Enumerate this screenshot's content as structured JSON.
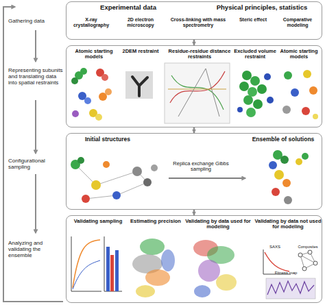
{
  "diagram": {
    "nodes": [
      {
        "text": [
          "Experimental data",
          "Physical principles, statistics",
          "X-ray crystallography",
          "2D electron microscopy",
          "Cross-linking with mass spectrometry",
          "Steric effect",
          "Comparative modeling"
        ]
      },
      {
        "text": [
          "Atomic starting models",
          "2DEM restraint",
          "Residue-residue distance restraints",
          "Excluded volume restraint",
          "Atomic starting models"
        ]
      },
      {
        "text": [
          "Initial structures",
          "Ensemble of solutions",
          "Replica exchange Gibbs sampling"
        ]
      },
      {
        "text": [
          "Validating sampling",
          "Estimating precision",
          "Validating by data used for modeling",
          "Validating by data not used for modeling",
          "SAXS",
          "Composites",
          "Fitness map"
        ]
      }
    ],
    "edges": [
      {
        "from": 0,
        "to": 1,
        "arrow": "to"
      },
      {
        "from": 1,
        "to": 2,
        "arrow": "to"
      },
      {
        "from": 2,
        "to": 3,
        "arrow": "to"
      }
    ],
    "labels": [
      "Gathering data",
      "Representing subunits and translating data into spatial restraints",
      "Configurational sampling",
      "Analyzing and validating the ensemble"
    ]
  }
}
